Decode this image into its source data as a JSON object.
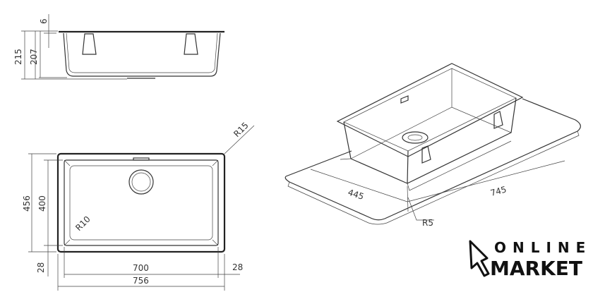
{
  "side_view": {
    "overall_height": "215",
    "bowl_height": "207",
    "rim_thickness": "6"
  },
  "top_view": {
    "overall_width": "756",
    "bowl_width": "700",
    "left_margin": "28",
    "right_margin": "28",
    "overall_depth": "456",
    "bowl_depth": "400",
    "outer_radius": "R15",
    "inner_radius": "R10"
  },
  "iso_view": {
    "depth": "445",
    "width": "745",
    "corner_radius": "R5"
  },
  "logo": {
    "line1": "ONLINE",
    "line2": "MARKET"
  }
}
